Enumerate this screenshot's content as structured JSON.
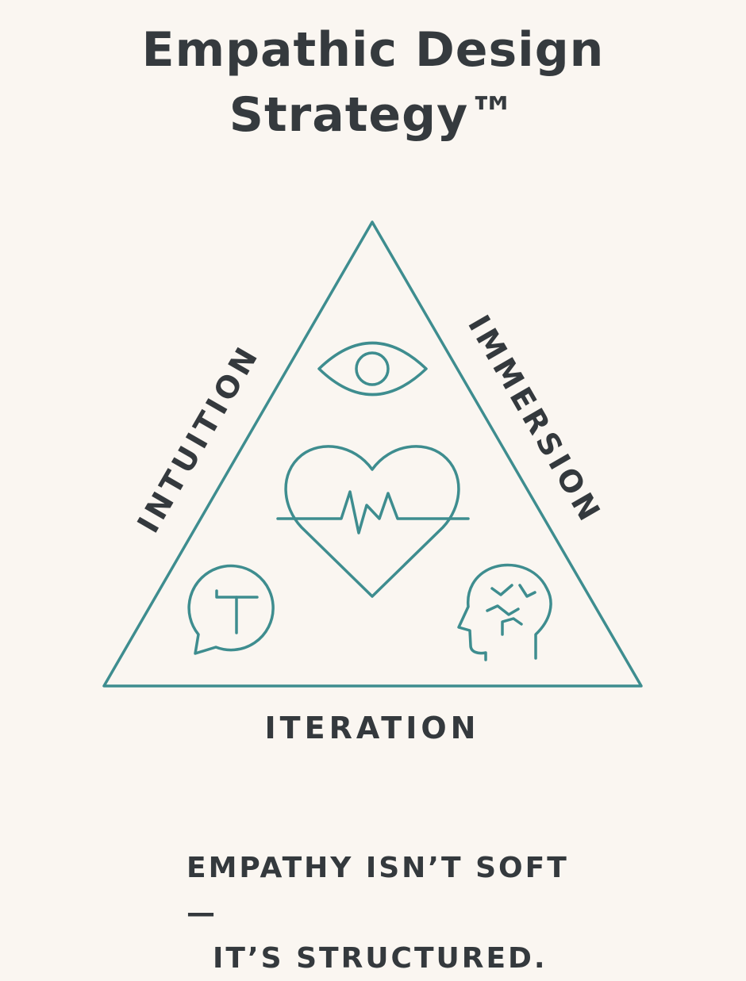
{
  "title": {
    "line1": "Empathic Design",
    "line2": "Strategy™"
  },
  "diagram": {
    "left_side_label": "INTUITION",
    "right_side_label": "IMMERSION",
    "bottom_label": "ITERATION",
    "icons": [
      "eye-icon",
      "heart-pulse-icon",
      "chat-bubble-icon",
      "head-brain-icon"
    ]
  },
  "tagline": {
    "line1": "EMPATHY ISN’T SOFT—",
    "line2": "IT’S STRUCTURED."
  },
  "colors": {
    "background": "#faf6f1",
    "text": "#34393d",
    "accent": "#3e8d8f"
  }
}
